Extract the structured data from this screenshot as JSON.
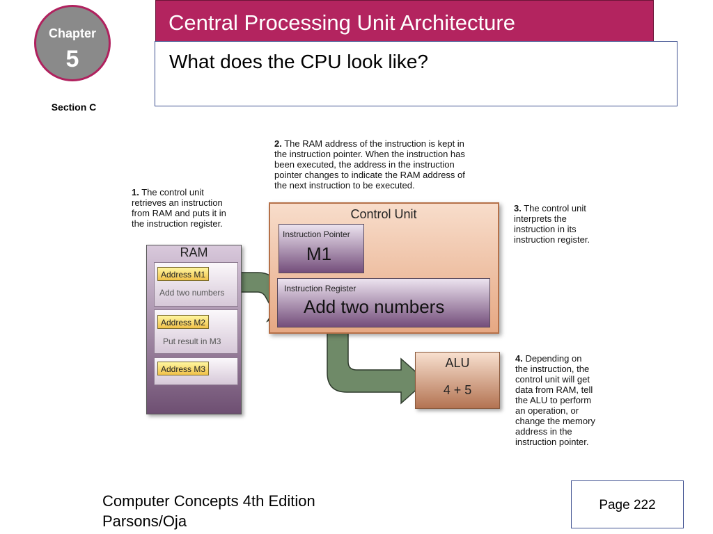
{
  "badge": {
    "label": "Chapter",
    "number": "5"
  },
  "section": "Section C",
  "title": "Central Processing Unit Architecture",
  "subtitle": "What does the CPU look like?",
  "captions": {
    "c1": {
      "num": "1.",
      "lines": [
        "The control unit",
        "retrieves an instruction",
        "from RAM and puts it in",
        "the instruction register."
      ]
    },
    "c2": {
      "num": "2.",
      "lines": [
        "The RAM address of the instruction is kept in",
        "the instruction pointer. When the instruction has",
        "been executed, the address in the instruction",
        "pointer changes to indicate the RAM address of",
        "the next instruction to be executed."
      ]
    },
    "c3": {
      "num": "3.",
      "lines": [
        "The control unit",
        "interprets the",
        "instruction in its",
        "instruction register."
      ]
    },
    "c4": {
      "num": "4.",
      "lines": [
        "Depending on",
        "the instruction, the",
        "control unit will get",
        "data from RAM, tell",
        "the ALU to perform",
        "an operation, or",
        "change the memory",
        "address in the",
        "instruction pointer."
      ]
    }
  },
  "ram": {
    "title": "RAM",
    "slots": [
      {
        "address": "Address M1",
        "content": "Add two numbers"
      },
      {
        "address": "Address M2",
        "content": "Put result in M3"
      },
      {
        "address": "Address M3",
        "content": ""
      }
    ]
  },
  "control_unit": {
    "title": "Control Unit",
    "instruction_pointer": {
      "label": "Instruction Pointer",
      "value": "M1"
    },
    "instruction_register": {
      "label": "Instruction Register",
      "value": "Add two numbers"
    }
  },
  "alu": {
    "title": "ALU",
    "value": "4 + 5"
  },
  "footer": {
    "line1": "Computer Concepts 4th Edition",
    "line2": "Parsons/Oja"
  },
  "page": "Page 222",
  "colors": {
    "title_bar": "#b3245f",
    "badge": "#8a8a8a",
    "arrow": "#6f8a68",
    "border_blue": "#3d4f8f"
  }
}
